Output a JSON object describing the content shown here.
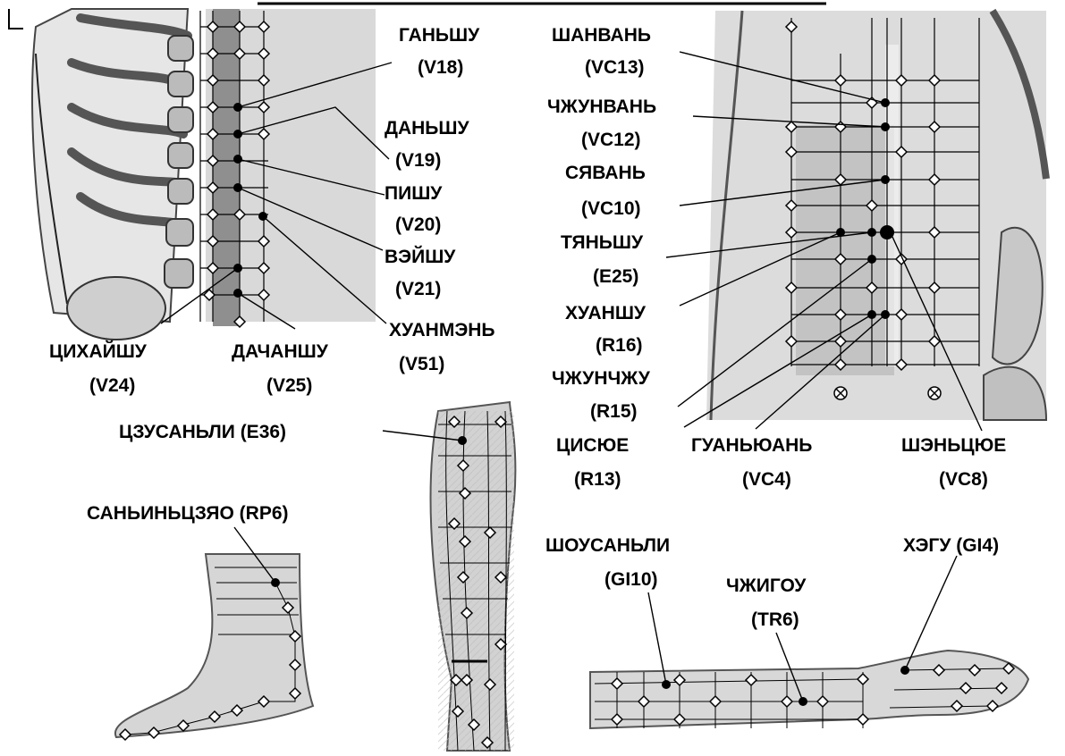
{
  "labels": {
    "ganshu_name": "ГАНЬШУ",
    "ganshu_code": "(V18)",
    "danshu_name": "ДАНЬШУ",
    "danshu_code": "(V19)",
    "pishu_name": "ПИШУ",
    "pishu_code": "(V20)",
    "weishu_name": "ВЭЙШУ",
    "weishu_code": "(V21)",
    "huanmen_name": "ХУАНМЭНЬ",
    "huanmen_code": "(V51)",
    "qihaishu_name": "ЦИХАЙШУ",
    "qihaishu_code": "(V24)",
    "dachangshu_name": "ДАЧАНШУ",
    "dachangshu_code": "(V25)",
    "shangwan_name": "ШАНВАНЬ",
    "shangwan_code": "(VC13)",
    "zhongwan_name": "ЧЖУНВАНЬ",
    "zhongwan_code": "(VC12)",
    "xiawan_name": "СЯВАНЬ",
    "xiawan_code": "(VC10)",
    "tianshu_name": "ТЯНЬШУ",
    "tianshu_code": "(E25)",
    "huangshu_name": "ХУАНШУ",
    "huangshu_code": "(R16)",
    "zhongzhu_name": "ЧЖУНЧЖУ",
    "zhongzhu_code": "(R15)",
    "qixue_name": "ЦИСЮЕ",
    "qixue_code": "(R13)",
    "guanyuan_name": "ГУАНЬЮАНЬ",
    "guanyuan_code": "(VC4)",
    "shenque_name": "ШЭНЬЦЮЕ",
    "shenque_code": "(VC8)",
    "zusanli": "ЦЗУСАНЬЛИ (E36)",
    "sanyinjiao": "САНЬИНЬЦЗЯО (RP6)",
    "shousanli_name": "ШОУСАНЬЛИ",
    "shousanli_code": "(GI10)",
    "zhigou_name": "ЧЖИГОУ",
    "zhigou_code": "(TR6)",
    "hegu": "ХЭГУ (GI4)"
  }
}
